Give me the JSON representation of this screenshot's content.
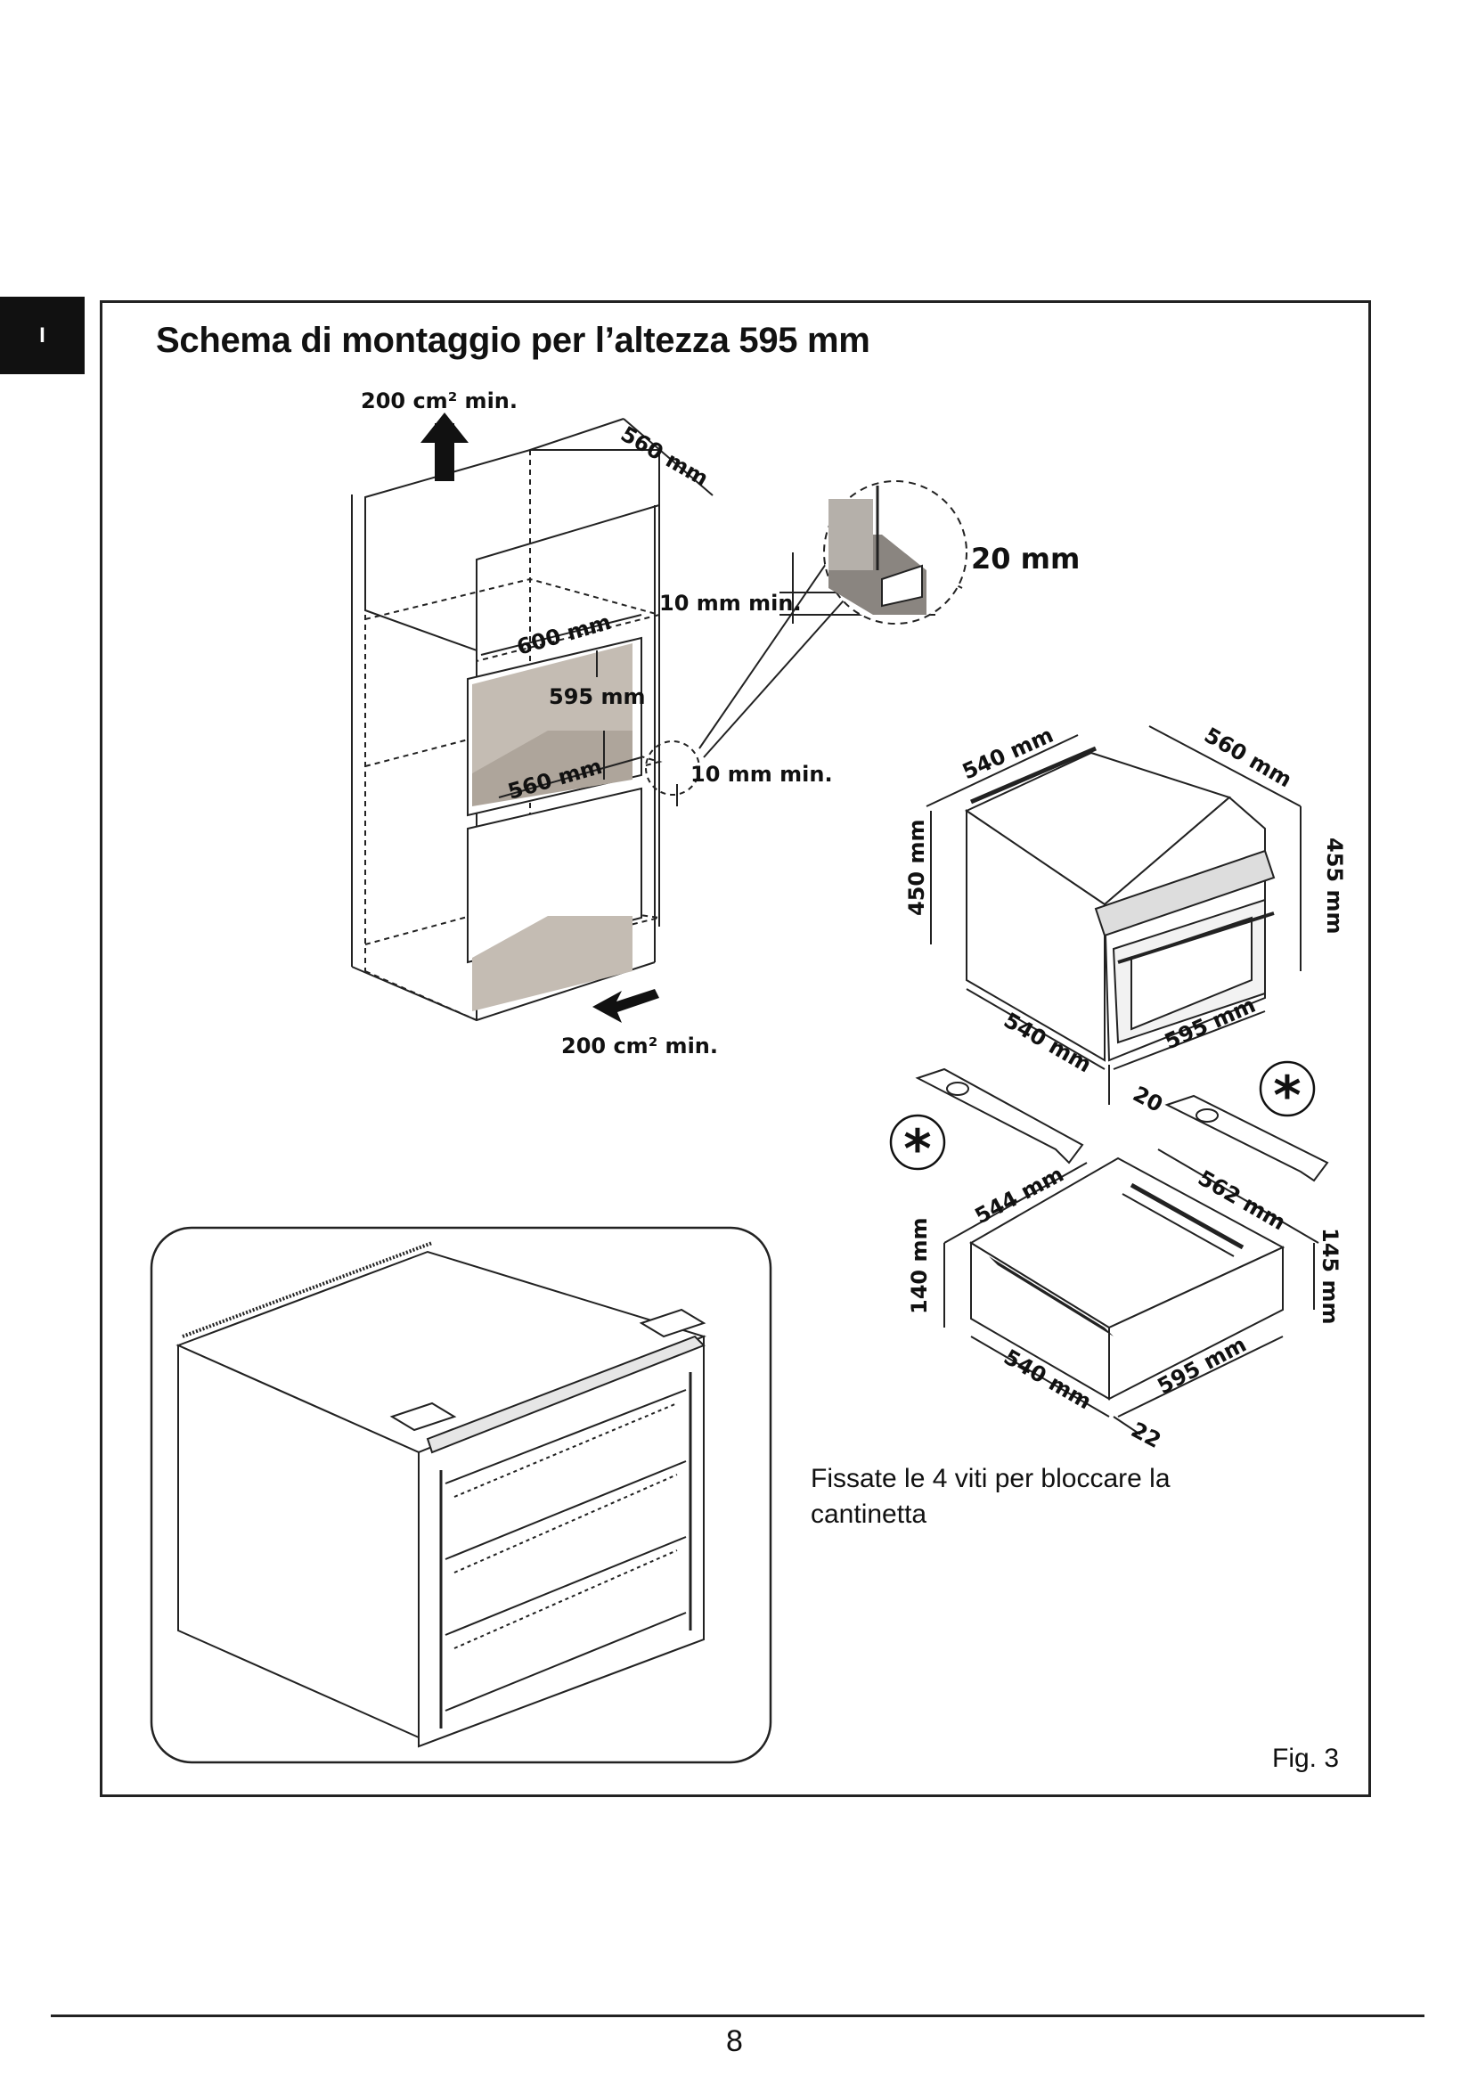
{
  "section_tab": "I",
  "title": "Schema di montaggio per l’altezza 595 mm",
  "caption": "Fissate le 4 viti per bloccare la cantinetta",
  "figure_label": "Fig. 3",
  "page_number": "8",
  "cabinet_dims": {
    "vent_top": "200 cm² min.",
    "depth_top": "560 mm",
    "gap_upper": "10 mm min.",
    "width": "600 mm",
    "height": "595 mm",
    "depth_niche": "560 mm",
    "gap_lower": "10 mm min.",
    "vent_bottom": "200 cm² min.",
    "detail_gap": "20 mm"
  },
  "appliance_dims": {
    "top_depth": "540 mm",
    "top_width": "560 mm",
    "left_height": "450 mm",
    "right_height": "455 mm",
    "bottom_depth": "540 mm",
    "front_width": "595 mm",
    "offset": "20"
  },
  "drawer_dims": {
    "top_depth": "544 mm",
    "top_width": "562 mm",
    "left_height": "140 mm",
    "right_height": "145 mm",
    "bottom_depth": "540 mm",
    "front_width": "595 mm",
    "offset": "22"
  },
  "icons": [
    "up-arrow-icon",
    "left-arrow-icon",
    "asterisk-icon"
  ]
}
